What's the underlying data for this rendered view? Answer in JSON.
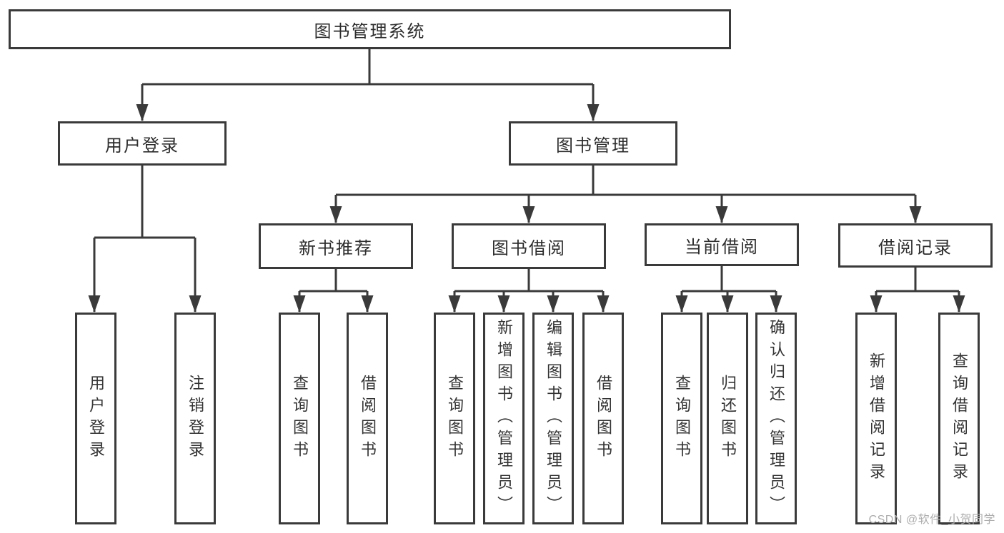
{
  "tree": {
    "root": {
      "label": "图书管理系统"
    },
    "branches": [
      {
        "label": "用户登录",
        "children": [
          {
            "label": "用户登录"
          },
          {
            "label": "注销登录"
          }
        ]
      },
      {
        "label": "图书管理",
        "children": [
          {
            "label": "新书推荐",
            "children": [
              {
                "label": "查询图书"
              },
              {
                "label": "借阅图书"
              }
            ]
          },
          {
            "label": "图书借阅",
            "children": [
              {
                "label": "查询图书"
              },
              {
                "label": "新增图书（管理员）"
              },
              {
                "label": "编辑图书（管理员）"
              },
              {
                "label": "借阅图书"
              }
            ]
          },
          {
            "label": "当前借阅",
            "children": [
              {
                "label": "查询图书"
              },
              {
                "label": "归还图书"
              },
              {
                "label": "确认归还（管理员）"
              }
            ]
          },
          {
            "label": "借阅记录",
            "children": [
              {
                "label": "新增借阅记录"
              },
              {
                "label": "查询借阅记录"
              }
            ]
          }
        ]
      }
    ]
  },
  "watermark": "CSDN @软件_小贺同学",
  "colors": {
    "line": "#3a3a3a",
    "text": "#2d2d2d",
    "watermark": "#adadad"
  }
}
